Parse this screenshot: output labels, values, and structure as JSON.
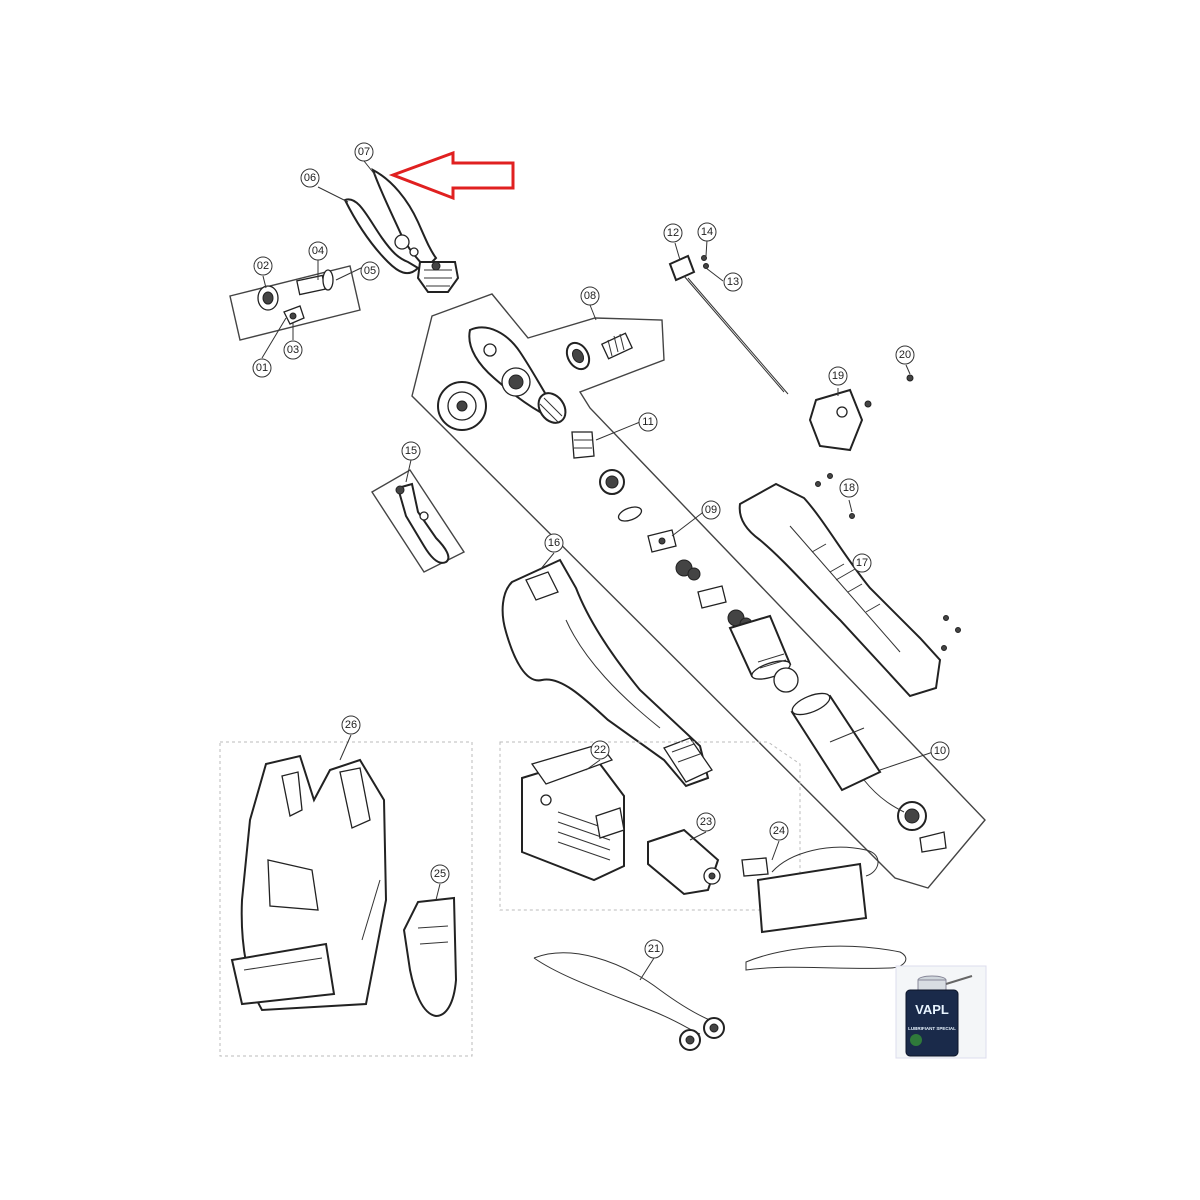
{
  "callouts": [
    {
      "id": "c01",
      "label": "01"
    },
    {
      "id": "c02",
      "label": "02"
    },
    {
      "id": "c03",
      "label": "03"
    },
    {
      "id": "c04",
      "label": "04"
    },
    {
      "id": "c05",
      "label": "05"
    },
    {
      "id": "c06",
      "label": "06"
    },
    {
      "id": "c07",
      "label": "07"
    },
    {
      "id": "c08",
      "label": "08"
    },
    {
      "id": "c09",
      "label": "09"
    },
    {
      "id": "c10",
      "label": "10"
    },
    {
      "id": "c11",
      "label": "11"
    },
    {
      "id": "c12",
      "label": "12"
    },
    {
      "id": "c13",
      "label": "13"
    },
    {
      "id": "c14",
      "label": "14"
    },
    {
      "id": "c15",
      "label": "15"
    },
    {
      "id": "c16",
      "label": "16"
    },
    {
      "id": "c17",
      "label": "17"
    },
    {
      "id": "c18",
      "label": "18"
    },
    {
      "id": "c19",
      "label": "19"
    },
    {
      "id": "c20",
      "label": "20"
    },
    {
      "id": "c21",
      "label": "21"
    },
    {
      "id": "c22",
      "label": "22"
    },
    {
      "id": "c23",
      "label": "23"
    },
    {
      "id": "c24",
      "label": "24"
    },
    {
      "id": "c25",
      "label": "25"
    },
    {
      "id": "c26",
      "label": "26"
    }
  ],
  "highlight_arrow": {
    "color": "#e02020",
    "points_to": "07"
  },
  "lubricant_can": {
    "brand_text": "VAPL",
    "small_text": "LUBRIFIANT SPECIAL"
  },
  "colors": {
    "line": "#222222",
    "arrow": "#e02020",
    "can_body": "#1a2a4a"
  }
}
